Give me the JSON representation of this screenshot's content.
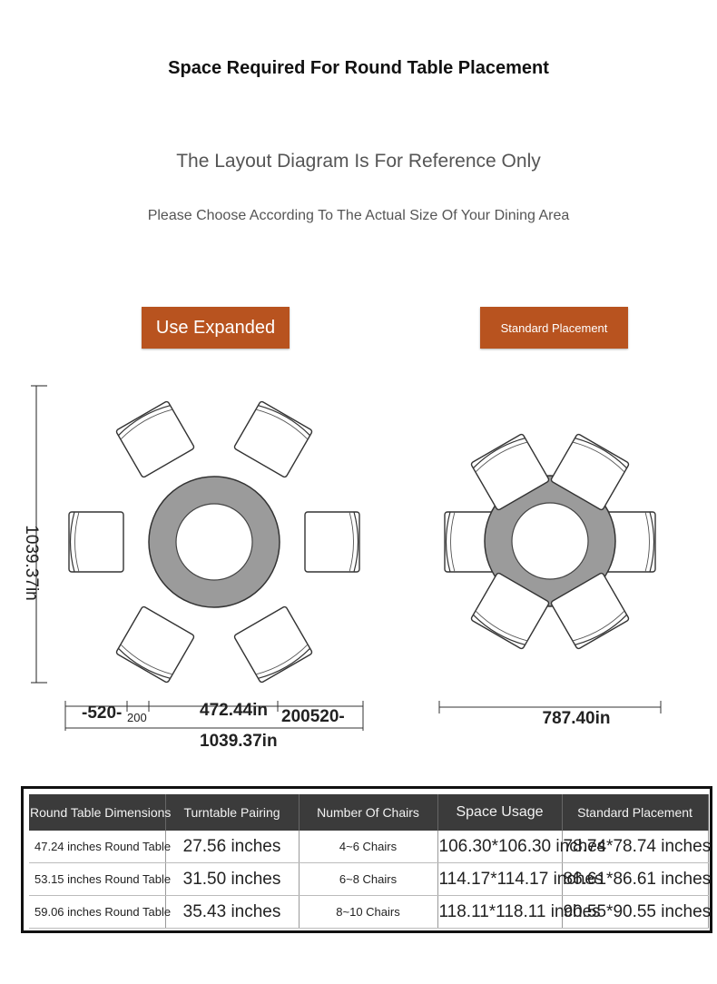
{
  "header": {
    "title": "Space Required For Round Table Placement",
    "subtitle": "The Layout Diagram Is For Reference Only",
    "note": "Please Choose According To The Actual Size Of Your Dining Area"
  },
  "badges": {
    "left": "Use Expanded",
    "right": "Standard Placement"
  },
  "diagram_left": {
    "height_label": "1039.37in",
    "dim_a": "-520-",
    "dim_b": "200",
    "dim_c": "472.44in",
    "dim_d": "200520-",
    "total_width": "1039.37in"
  },
  "diagram_right": {
    "total_width": "787.40in"
  },
  "table": {
    "headers": [
      "Round Table Dimensions",
      "Turntable Pairing",
      "Number Of Chairs",
      "Space Usage",
      "Standard Placement"
    ],
    "rows": [
      {
        "dimension": "47.24 inches Round Table",
        "pairing": "27.56 inches",
        "chairs": "4~6 Chairs",
        "space": "106.30*106.30 inches",
        "standard": "78.74*78.74 inches"
      },
      {
        "dimension": "53.15 inches Round Table",
        "pairing": "31.50 inches",
        "chairs": "6~8 Chairs",
        "space": "114.17*114.17 inches",
        "standard": "86.61*86.61 inches"
      },
      {
        "dimension": "59.06 inches Round Table",
        "pairing": "35.43 inches",
        "chairs": "8~10 Chairs",
        "space": "118.11*118.11 inches",
        "standard": "90.55*90.55 inches"
      }
    ]
  },
  "colors": {
    "accent": "#b8531f",
    "table_ring": "#9b9b9b",
    "header_bg": "#3b3b3b"
  }
}
